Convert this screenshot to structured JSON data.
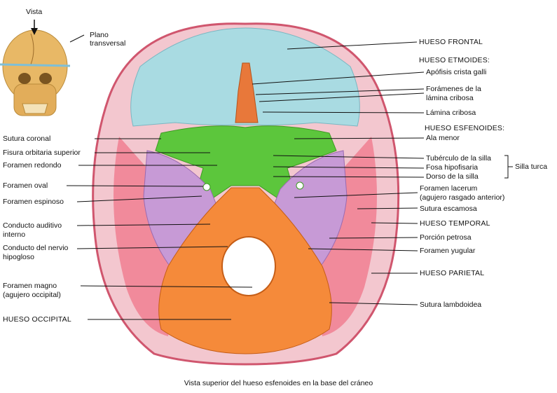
{
  "inset": {
    "vista": "Vista",
    "plano_line1": "Plano",
    "plano_line2": "transversal"
  },
  "labels_right": {
    "hueso_frontal": "HUESO FRONTAL",
    "hueso_etmoides": "HUESO ETMOIDES:",
    "apofisis": "Apófisis crista galli",
    "foramenes_line1": "Forámenes de la",
    "foramenes_line2": "lámina cribosa",
    "lamina_cribosa": "Lámina cribosa",
    "hueso_esfenoides": "HUESO ESFENOIDES:",
    "ala_menor": "Ala menor",
    "tuberculo": "Tubérculo de la silla",
    "fosa": "Fosa hipofisaria",
    "dorso": "Dorso de la silla",
    "silla_turca": "Silla turca",
    "foramen_lacerum_line1": "Foramen lacerum",
    "foramen_lacerum_line2": "(agujero rasgado anterior)",
    "sutura_escamosa": "Sutura escamosa",
    "hueso_temporal": "HUESO TEMPORAL",
    "porcion_petrosa": "Porción petrosa",
    "foramen_yugular": "Foramen yugular",
    "hueso_parietal": "HUESO PARIETAL",
    "sutura_lambdoidea": "Sutura lambdoidea"
  },
  "labels_left": {
    "sutura_coronal": "Sutura coronal",
    "fisura": "Fisura orbitaria superior",
    "foramen_redondo": "Foramen redondo",
    "foramen_oval": "Foramen oval",
    "foramen_espinoso": "Foramen espinoso",
    "conducto_auditivo_line1": "Conducto auditivo",
    "conducto_auditivo_line2": "interno",
    "conducto_nervio_line1": "Conducto del nervio",
    "conducto_nervio_line2": "hipogloso",
    "foramen_magno_line1": "Foramen magno",
    "foramen_magno_line2": "(agujero occipital)",
    "hueso_occipital": "HUESO OCCIPITAL"
  },
  "caption": "Vista superior del hueso esfenoides en la base del cráneo",
  "colors": {
    "frontal": "#a9dbe2",
    "ethmoid": "#e8783a",
    "sphenoid": "#5cc63c",
    "temporal": "#c79ad6",
    "parietal": "#f07f92",
    "occipital": "#f58a3a",
    "skull_rim": "#f3c7cf",
    "leader_line": "#111111"
  }
}
